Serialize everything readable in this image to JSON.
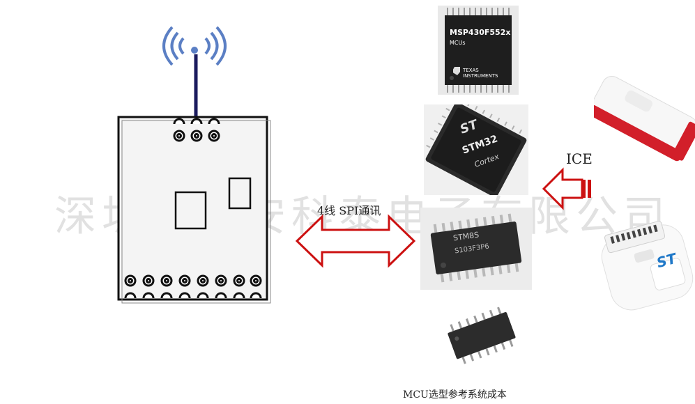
{
  "watermark": "深圳市瑞安科泰电子有限公司",
  "link_label": "4线 SPI通讯",
  "ice_label": "ICE",
  "caption": "MCU选型参考系统成本",
  "chips": {
    "msp430": {
      "name": "MSP430F552x",
      "sub": "MCUs",
      "brand": "TEXAS INSTRUMENTS"
    },
    "stm32": {
      "logo": "ST",
      "name": "STM32",
      "sub": "Cortex"
    },
    "stm8": {
      "text": "STM8S",
      "markings": "S103F3P6"
    }
  },
  "colors": {
    "arrow_red": "#cc1111",
    "chip_dark": "#222222",
    "module_border": "#111111"
  }
}
